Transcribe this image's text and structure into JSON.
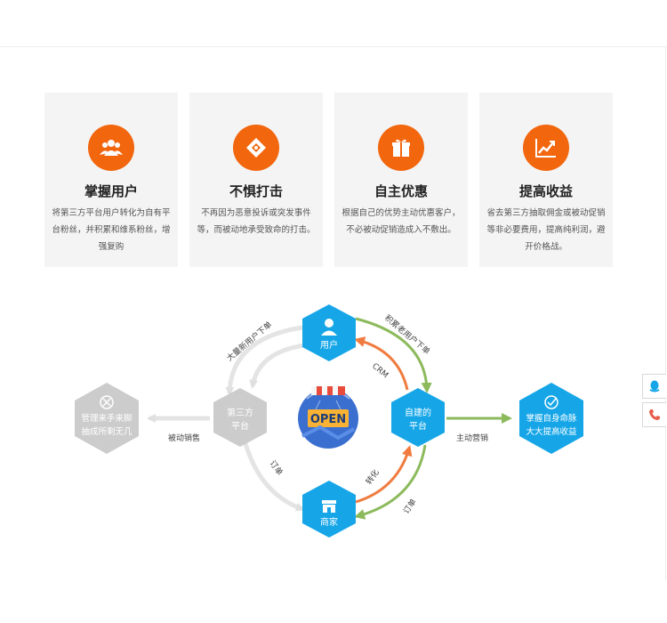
{
  "cards": [
    {
      "title": "掌握用户",
      "desc": "将第三方平台用户转化为自有平台粉丝，并积累和维系粉丝，增强复购",
      "icon": "users-icon"
    },
    {
      "title": "不惧打击",
      "desc": "不再因为恶意投诉或突发事件等，而被动地承受致命的打击。",
      "icon": "shield-icon"
    },
    {
      "title": "自主优惠",
      "desc": "根据自己的优势主动优惠客户，不必被动促销造成入不敷出。",
      "icon": "gift-icon"
    },
    {
      "title": "提高收益",
      "desc": "省去第三方抽取佣金或被动促销等非必要费用，提高纯利润，避开价格战。",
      "icon": "chart-up-icon"
    }
  ],
  "diagram": {
    "node_user": "用户",
    "node_merchant": "商家",
    "node_own_platform": [
      "自建的",
      "平台"
    ],
    "node_third_platform": [
      "第三方",
      "平台"
    ],
    "node_left": [
      "管理来手来脚",
      "抽成所剩无几"
    ],
    "node_right": [
      "掌握自身命脉",
      "大大提高收益"
    ],
    "open_sign": "OPEN",
    "label_mass_orders": "大量新用户下单",
    "label_accumulate_orders": "积累老用户下单",
    "label_crm": "CRM",
    "label_convert": "转化",
    "label_order_left": "订单",
    "label_order_right": "订单",
    "label_passive_sales": "被动销售",
    "label_active_marketing": "主动营销",
    "colors": {
      "blue": "#16a6e8",
      "gray": "#cccccc",
      "orange": "#f07b3f",
      "green": "#8cba5c",
      "light": "#e4e4e4"
    }
  },
  "side": {
    "qq": "qq-icon",
    "phone": "phone-icon"
  }
}
